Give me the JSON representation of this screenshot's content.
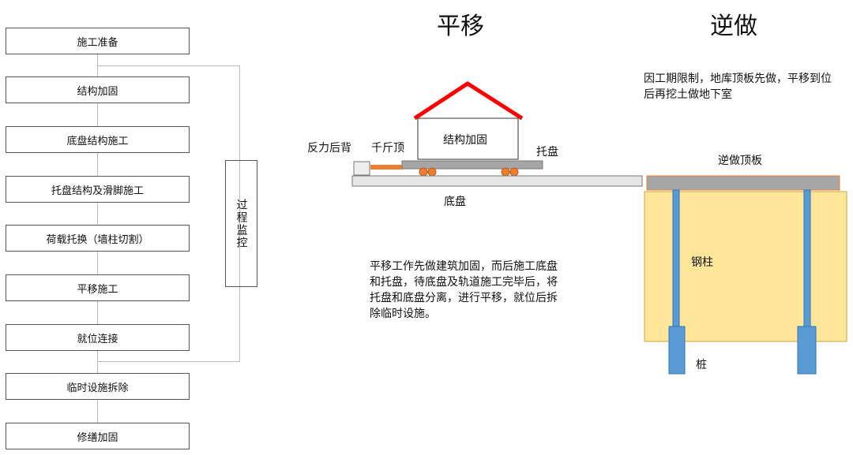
{
  "flow": {
    "steps": [
      "施工准备",
      "结构加固",
      "底盘结构施工",
      "托盘结构及滑脚施工",
      "荷载托换（墙柱切割）",
      "平移施工",
      "就位连接",
      "临时设施拆除",
      "修缮加固"
    ],
    "monitor": "过程监控"
  },
  "translation": {
    "title": "平移",
    "house_label": "结构加固",
    "reaction_label": "反力后背",
    "jack_label": "千斤顶",
    "tray_label": "托盘",
    "base_label": "底盘",
    "description": "平移工作先做建筑加固，而后施工底盘和托盘，待底盘及轨道施工完毕后，将托盘和底盘分离，进行平移，就位后拆除临时设施。"
  },
  "topdown": {
    "title": "逆做",
    "description": "因工期限制，地库顶板先做，平移到位后再挖土做地下室",
    "slab_label": "逆做顶板",
    "column_label": "钢柱",
    "pile_label": "桩"
  },
  "colors": {
    "roof": "#ff0000",
    "jack": "#ed7d31",
    "roller": "#ed7d31",
    "steel": "#5b9bd5",
    "soil": "#ffe699",
    "slab": "#a6a6a6"
  }
}
